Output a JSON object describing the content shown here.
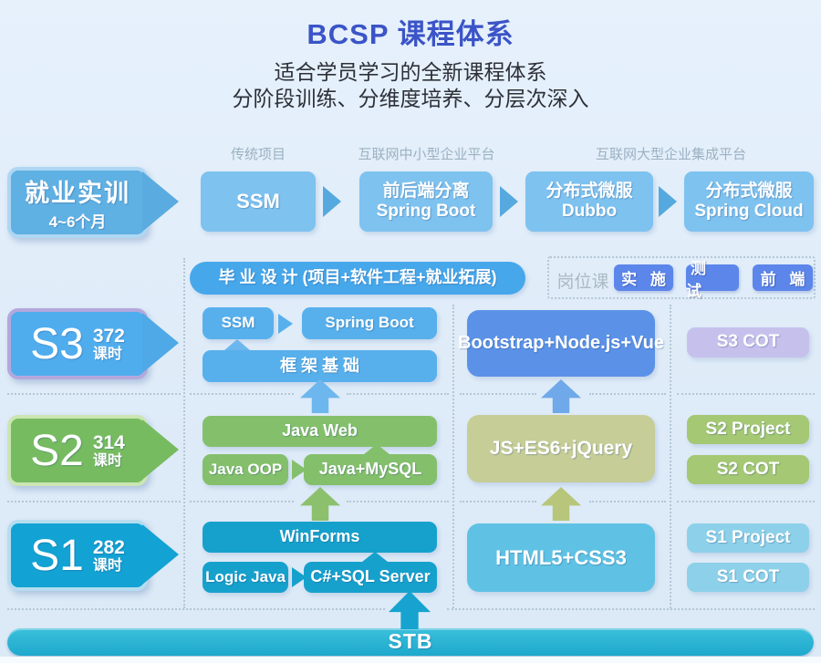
{
  "header": {
    "title": "BCSP 课程体系",
    "subtitle1": "适合学员学习的全新课程体系",
    "subtitle2": "分阶段训练、分维度培养、分层次深入"
  },
  "employment": {
    "badge_title": "就业实训",
    "badge_sub": "4~6个月",
    "labels": {
      "traditional": "传统项目",
      "sme": "互联网中小型企业平台",
      "large": "互联网大型企业集成平台"
    },
    "steps": [
      {
        "line1": "SSM",
        "line2": ""
      },
      {
        "line1": "前后端分离",
        "line2": "Spring Boot"
      },
      {
        "line1": "分布式微服",
        "line2": "Dubbo"
      },
      {
        "line1": "分布式微服",
        "line2": "Spring Cloud"
      }
    ]
  },
  "capstone": {
    "title": "毕 业 设 计 (项目+软件工程+就业拓展)",
    "job_label": "岗位课",
    "badges": [
      "实 施",
      "测 试",
      "前 端"
    ]
  },
  "s3": {
    "name": "S3",
    "hours": "372",
    "unit": "课时",
    "ssm": "SSM",
    "springboot": "Spring Boot",
    "foundation": "框 架 基 础",
    "box": "Bootstrap+Node.js+Vue",
    "cot": "S3 COT"
  },
  "s2": {
    "name": "S2",
    "hours": "314",
    "unit": "课时",
    "javaweb": "Java Web",
    "javaoop": "Java OOP",
    "javamysql": "Java+MySQL",
    "box": "JS+ES6+jQuery",
    "project": "S2 Project",
    "cot": "S2 COT"
  },
  "s1": {
    "name": "S1",
    "hours": "282",
    "unit": "课时",
    "winforms": "WinForms",
    "logicjava": "Logic Java",
    "csharp": "C#+SQL Server",
    "box": "HTML5+CSS3",
    "project": "S1 Project",
    "cot": "S1 COT"
  },
  "stb": {
    "label": "STB"
  },
  "colors": {
    "title_blue": "#3b54c7",
    "row_blue": "#7ec2ef",
    "capstone_blue": "#46a7eb",
    "job_badge_indigo": "#5c86ea",
    "s3_blue": "#57b0ec",
    "s3_box_indigo": "#5b92e7",
    "cot_purple": "#c6c1ec",
    "s2_green": "#84c06b",
    "s2_box_olive": "#c6cd97",
    "s1_teal": "#16a1cd",
    "s1_box_cyan": "#5fc2e4",
    "stb_teal": "#2bb2ce"
  }
}
